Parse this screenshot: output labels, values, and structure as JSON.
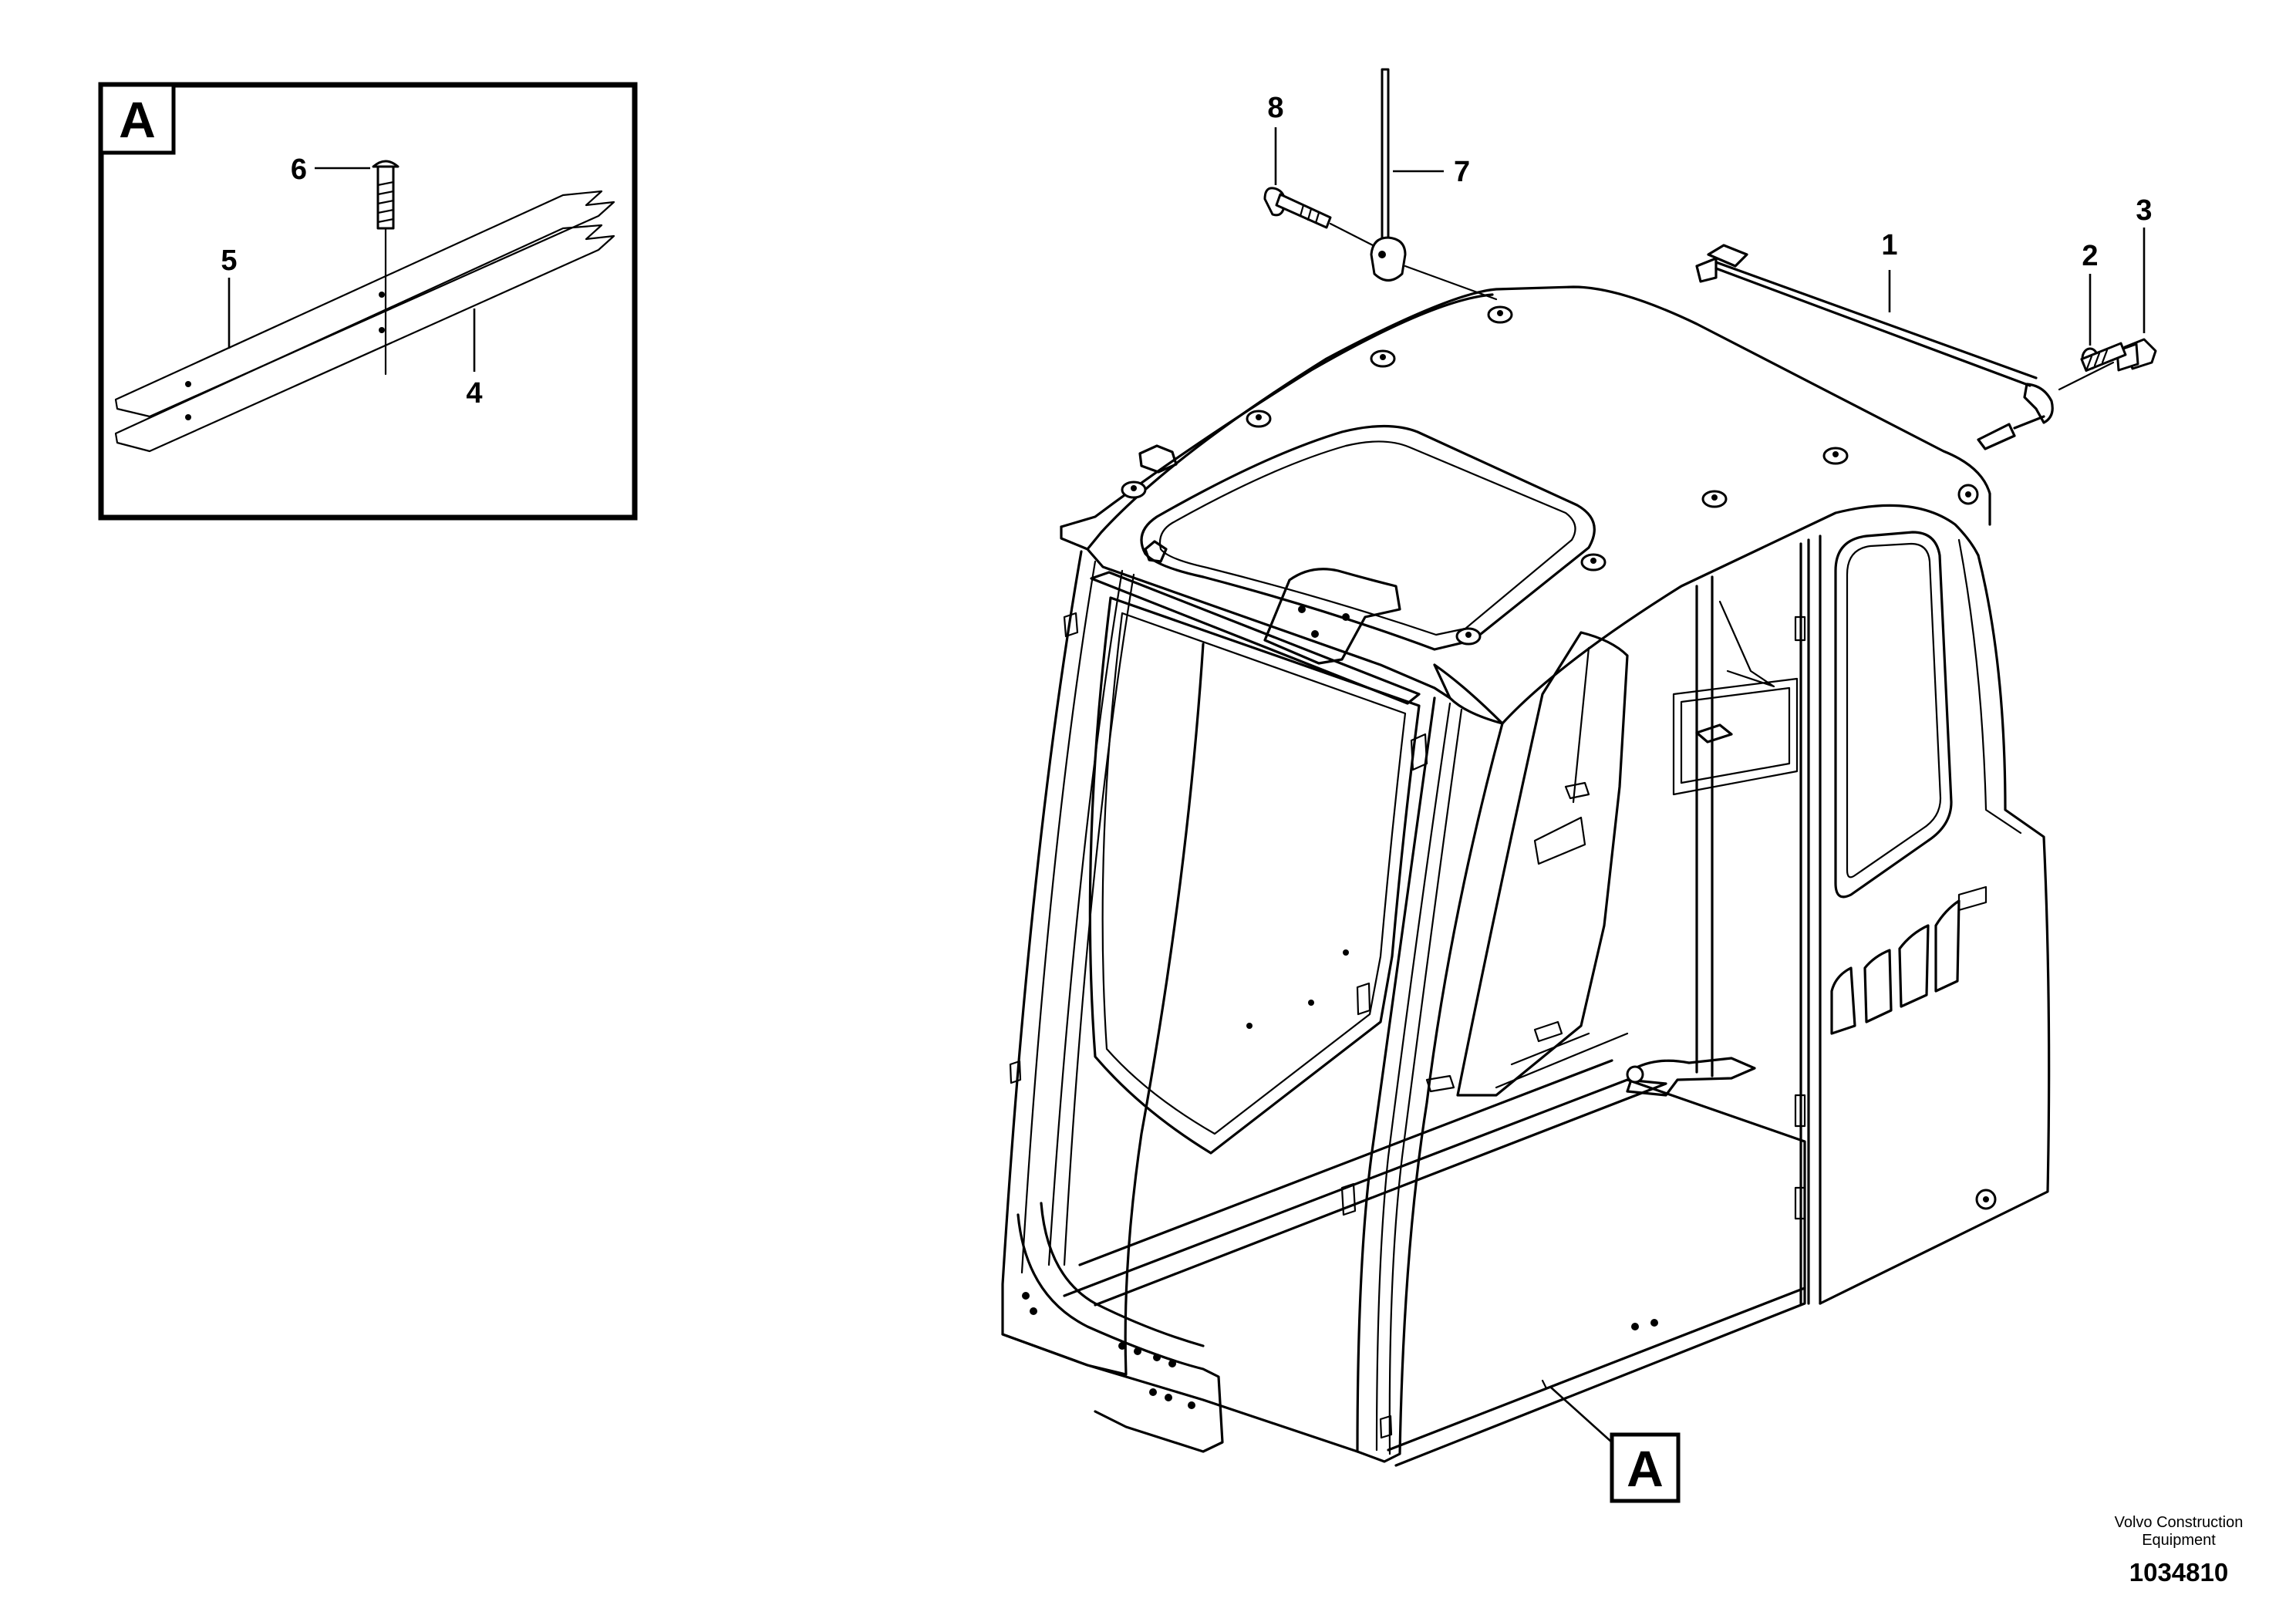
{
  "detail": {
    "label": "A"
  },
  "reference": {
    "label": "A"
  },
  "callouts": [
    "1",
    "2",
    "3",
    "4",
    "5",
    "6",
    "7",
    "8"
  ],
  "footer": {
    "company_line1": "Volvo Construction",
    "company_line2": "Equipment",
    "drawing_number": "1034810"
  }
}
